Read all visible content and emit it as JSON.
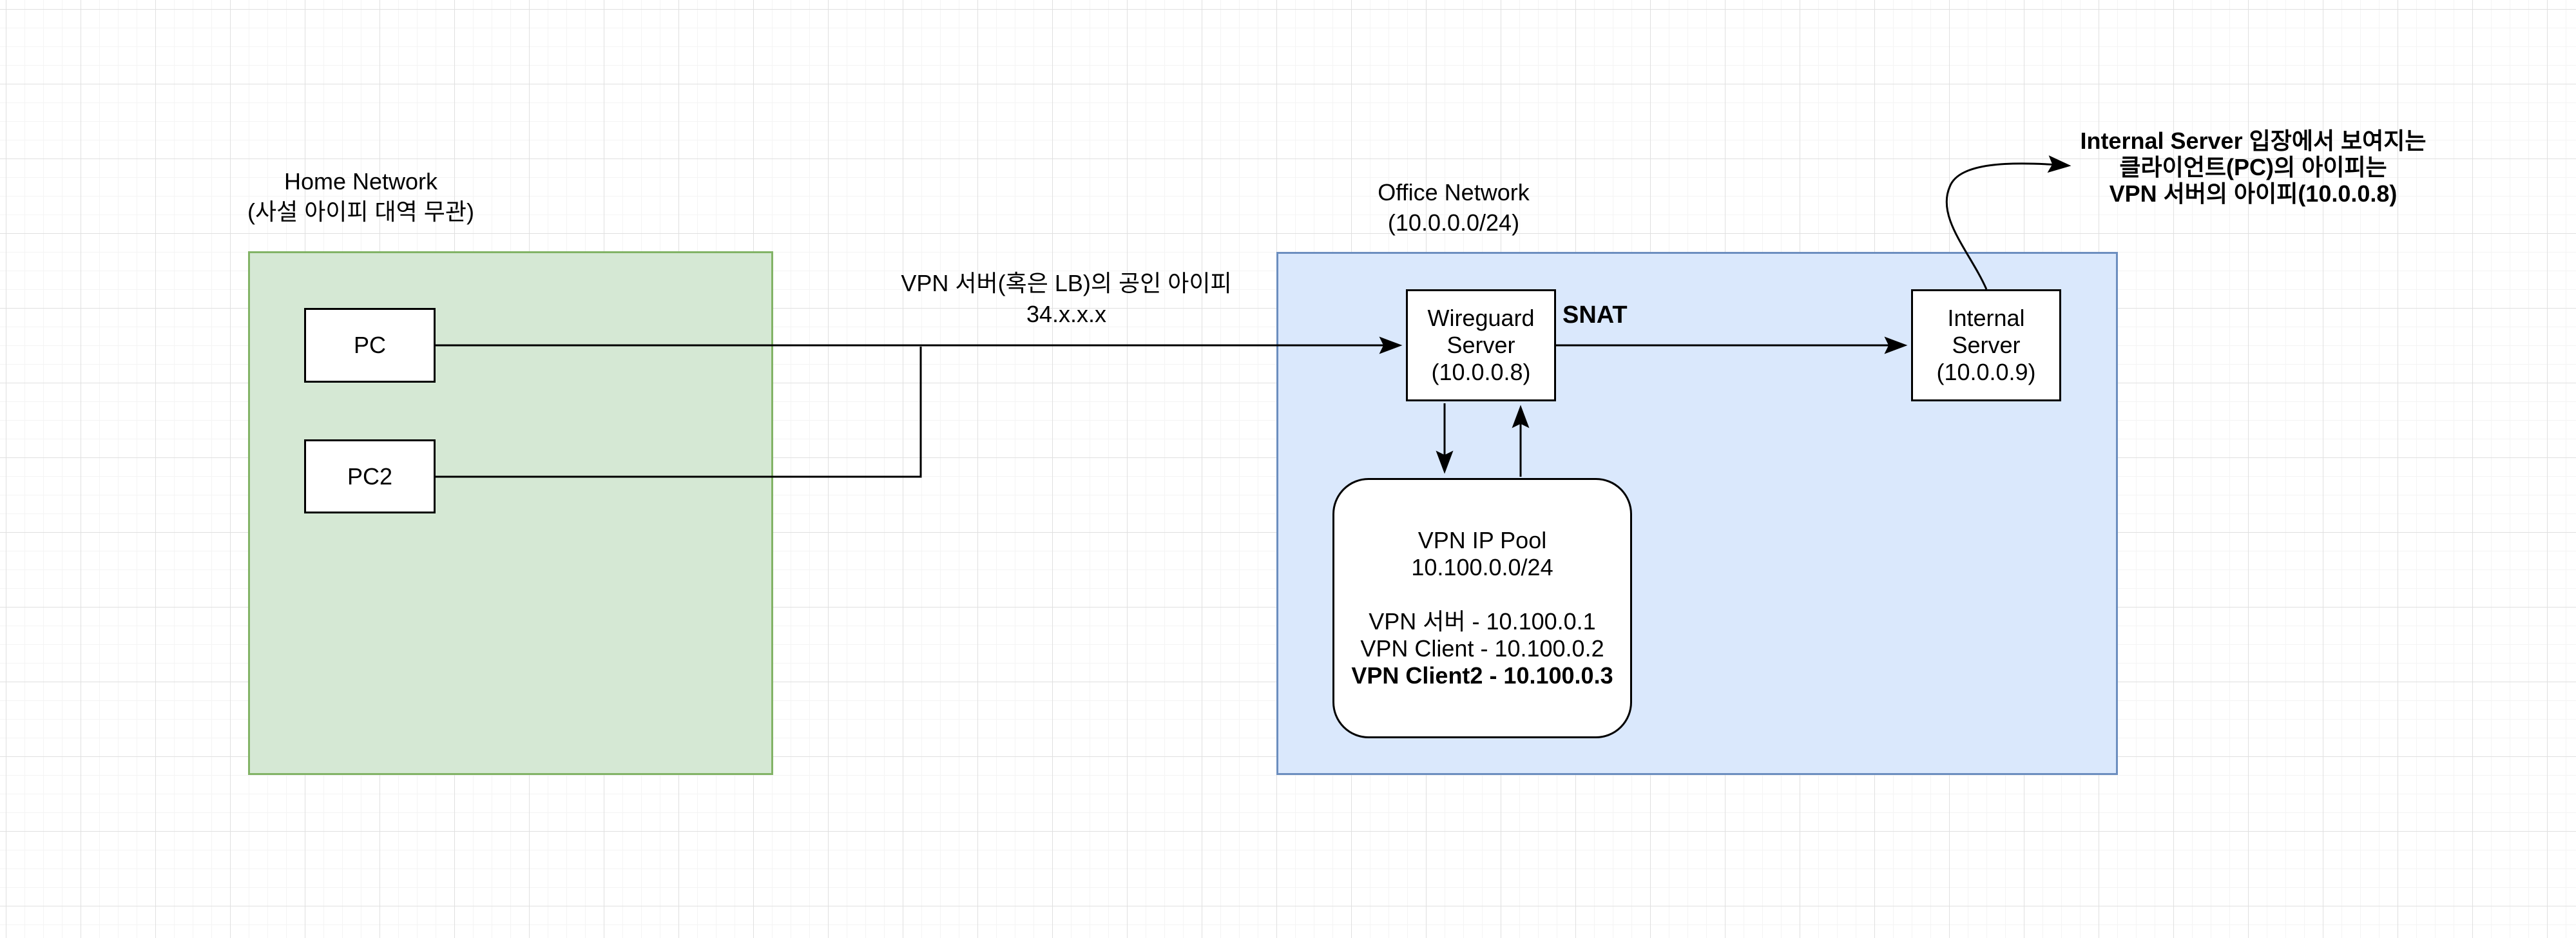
{
  "colors": {
    "home_fill": "#d5e8d4",
    "home_stroke": "#82b366",
    "office_fill": "#dae8fc",
    "office_stroke": "#6c8ebf",
    "node_fill": "#ffffff",
    "node_stroke": "#000000",
    "edge_stroke": "#000000",
    "grid_minor": "#f4f4f4",
    "grid_major": "#e0e0e0"
  },
  "containers": {
    "home": {
      "label_line1": "Home Network",
      "label_line2": "(사설 아이피 대역 무관)"
    },
    "office": {
      "label_line1": "Office Network",
      "label_line2": "(10.0.0.0/24)"
    }
  },
  "nodes": {
    "pc": {
      "label": "PC"
    },
    "pc2": {
      "label": "PC2"
    },
    "wireguard": {
      "lines": [
        "Wireguard",
        "Server",
        "(10.0.0.8)"
      ]
    },
    "internal": {
      "lines": [
        "Internal",
        "Server",
        "(10.0.0.9)"
      ]
    },
    "vpn_pool": {
      "lines": [
        "VPN IP Pool",
        "10.100.0.0/24",
        "",
        "VPN 서버 - 10.100.0.1",
        "VPN Client - 10.100.0.2",
        "VPN Client2 - 10.100.0.3"
      ]
    }
  },
  "labels": {
    "public_ip": {
      "line1": "VPN 서버(혹은 LB)의 공인 아이피",
      "line2": "34.x.x.x"
    },
    "snat": "SNAT",
    "annotation": {
      "line1": "Internal Server 입장에서 보여지는",
      "line2": "클라이언트(PC)의 아이피는",
      "line3": "VPN 서버의 아이피(10.0.0.8)"
    }
  }
}
